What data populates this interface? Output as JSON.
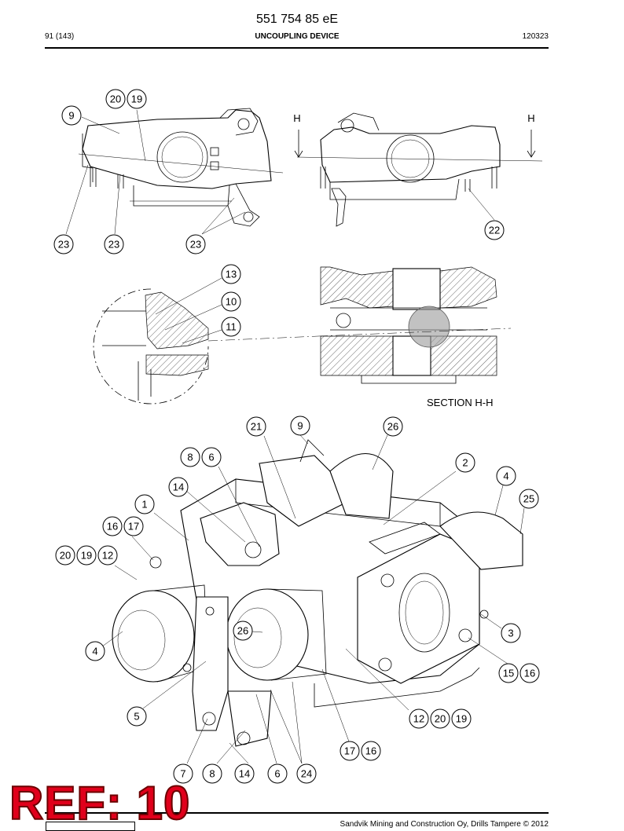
{
  "header": {
    "doc_number": "551 754 85 eE",
    "page": "91 (143)",
    "title": "UNCOUPLING DEVICE",
    "date_code": "120323"
  },
  "section_label": "SECTION H-H",
  "section_markers": {
    "left": "H",
    "right": "H"
  },
  "callouts": {
    "top_view": [
      "20",
      "19",
      "9",
      "23",
      "23",
      "23",
      "22"
    ],
    "detail_view": [
      "13",
      "10",
      "11"
    ],
    "iso_view": [
      "21",
      "9",
      "26",
      "8",
      "6",
      "2",
      "4",
      "14",
      "25",
      "1",
      "16",
      "17",
      "20",
      "19",
      "12",
      "3",
      "4",
      "26",
      "15",
      "16",
      "5",
      "12",
      "20",
      "19",
      "17",
      "16",
      "7",
      "8",
      "14",
      "6",
      "24"
    ]
  },
  "footer": {
    "copyright": "Sandvik Mining and Construction Oy, Drills Tampere © 2012"
  },
  "stamp": "REF: 10"
}
